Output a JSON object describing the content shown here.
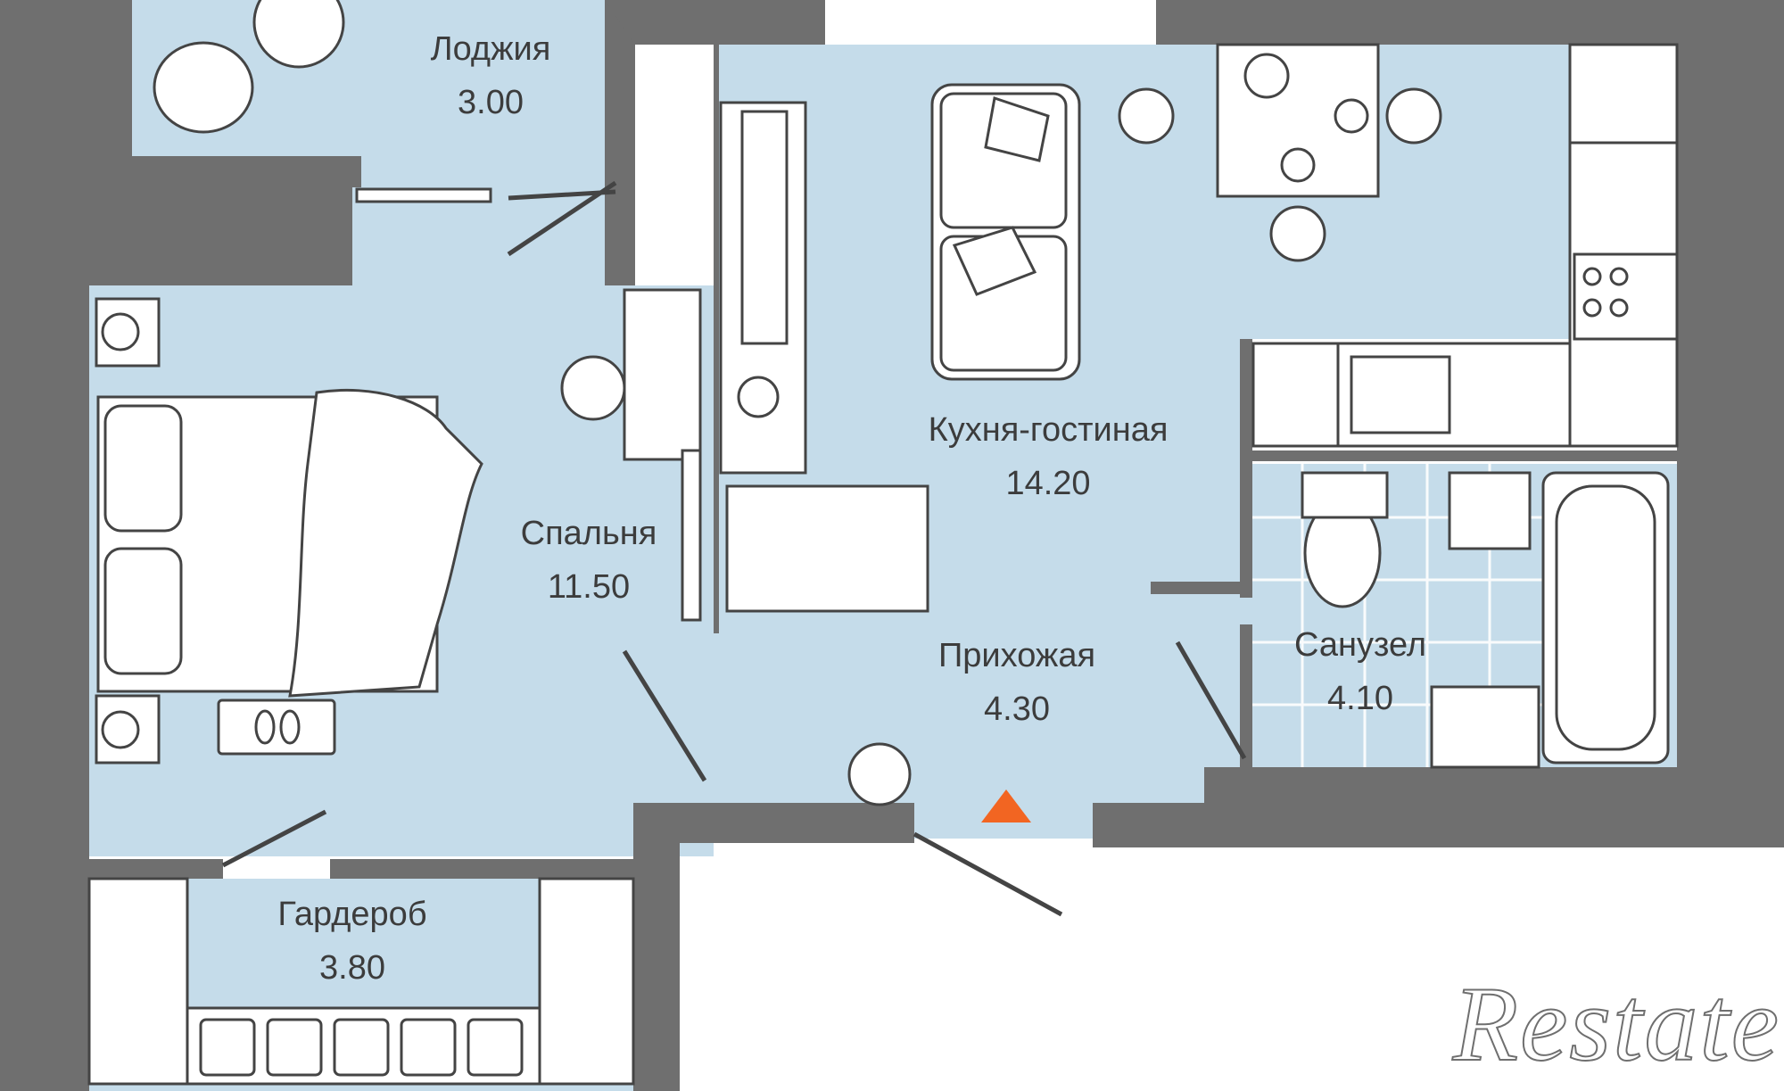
{
  "plan": {
    "rooms": [
      {
        "id": "loggia",
        "name": "Лоджия",
        "area": "3.00"
      },
      {
        "id": "kitchen-living",
        "name": "Кухня-гостиная",
        "area": "14.20"
      },
      {
        "id": "bedroom",
        "name": "Спальня",
        "area": "11.50"
      },
      {
        "id": "hallway",
        "name": "Прихожая",
        "area": "4.30"
      },
      {
        "id": "bathroom",
        "name": "Санузел",
        "area": "4.10"
      },
      {
        "id": "wardrobe",
        "name": "Гардероб",
        "area": "3.80"
      }
    ],
    "watermark": "Restate",
    "colors": {
      "floor": "#c5dcea",
      "wall": "#6f6f6f",
      "entrance_marker": "#f26522",
      "furniture_fill": "#ffffff",
      "furniture_stroke": "#444444"
    }
  }
}
